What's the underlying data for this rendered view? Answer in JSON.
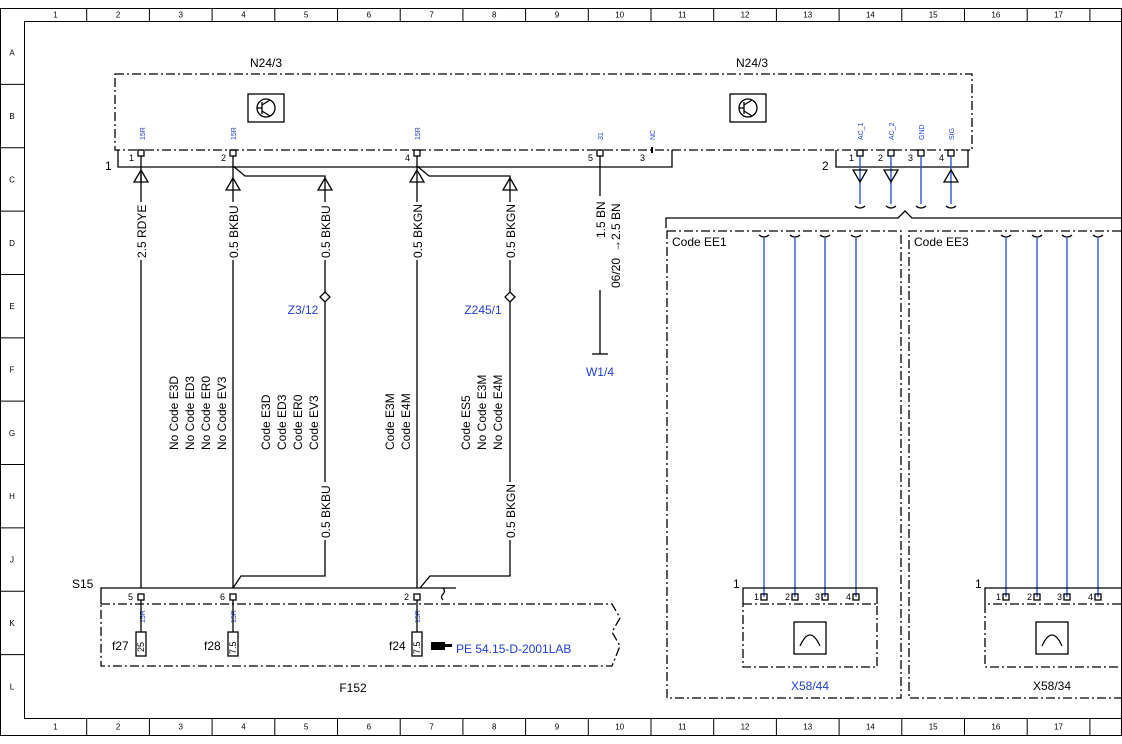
{
  "frame": {
    "columns": [
      "1",
      "2",
      "3",
      "4",
      "5",
      "6",
      "7",
      "8",
      "9",
      "10",
      "11",
      "12",
      "13",
      "14",
      "15",
      "16",
      "17"
    ],
    "rows": [
      "A",
      "B",
      "C",
      "D",
      "E",
      "F",
      "G",
      "H",
      "J",
      "K",
      "L"
    ]
  },
  "n24_left": {
    "name": "N24/3",
    "connector": "1",
    "pins": [
      {
        "num": "1",
        "sig": "15R"
      },
      {
        "num": "2",
        "sig": "15R"
      },
      {
        "num": "4",
        "sig": "15R"
      },
      {
        "num": "5",
        "sig": "31"
      },
      {
        "num": "3",
        "sig": "NC"
      }
    ]
  },
  "n24_right": {
    "name": "N24/3",
    "connector": "2",
    "pins": [
      {
        "num": "1",
        "sig": "AC_1"
      },
      {
        "num": "2",
        "sig": "AC_2"
      },
      {
        "num": "3",
        "sig": "GND"
      },
      {
        "num": "4",
        "sig": "SIG"
      }
    ]
  },
  "wires": {
    "w1": "2.5 RDYE",
    "w2": "0.5 BKBU",
    "w3": "0.5 BKBU",
    "w4": "0.5 BKGN",
    "w5": "0.5 BKGN",
    "w6a": "1.5 BN",
    "w6b": "2.5 BN",
    "w6c": "06/20",
    "w3low": "0.5 BKBU",
    "w5low": "0.5 BKGN"
  },
  "refs": {
    "z312": "Z3/12",
    "z2451": "Z245/1",
    "w14": "W1/4"
  },
  "codes": {
    "c1": [
      "No Code E3D",
      "No Code ED3",
      "No Code ER0",
      "No Code EV3"
    ],
    "c2": [
      "Code E3D",
      "Code ED3",
      "Code ER0",
      "Code EV3"
    ],
    "c3": [
      "Code E3M",
      "Code E4M"
    ],
    "c4": [
      "Code ES5",
      "No Code E3M",
      "No Code E4M"
    ]
  },
  "s15": {
    "name": "S15",
    "pins": [
      {
        "num": "5",
        "sig": "15R"
      },
      {
        "num": "6",
        "sig": "15R"
      },
      {
        "num": "2",
        "sig": "15R"
      }
    ]
  },
  "f152": {
    "name": "F152",
    "fuses": [
      {
        "name": "f27",
        "rating": "25"
      },
      {
        "name": "f28",
        "rating": "7.5"
      },
      {
        "name": "f24",
        "rating": "7.5"
      }
    ],
    "reference": "PE 54.15-D-2001LAB"
  },
  "ee1": {
    "title": "Code EE1",
    "connector": "1",
    "pins": [
      "1",
      "2",
      "3",
      "4"
    ],
    "component": "X58/44"
  },
  "ee3": {
    "title": "Code EE3",
    "connector": "1",
    "pins": [
      "1",
      "2",
      "3",
      "4"
    ],
    "component": "X58/34"
  },
  "colors": {
    "wire_blue": "#2a55d9",
    "label_blue": "#1f3fd6"
  }
}
